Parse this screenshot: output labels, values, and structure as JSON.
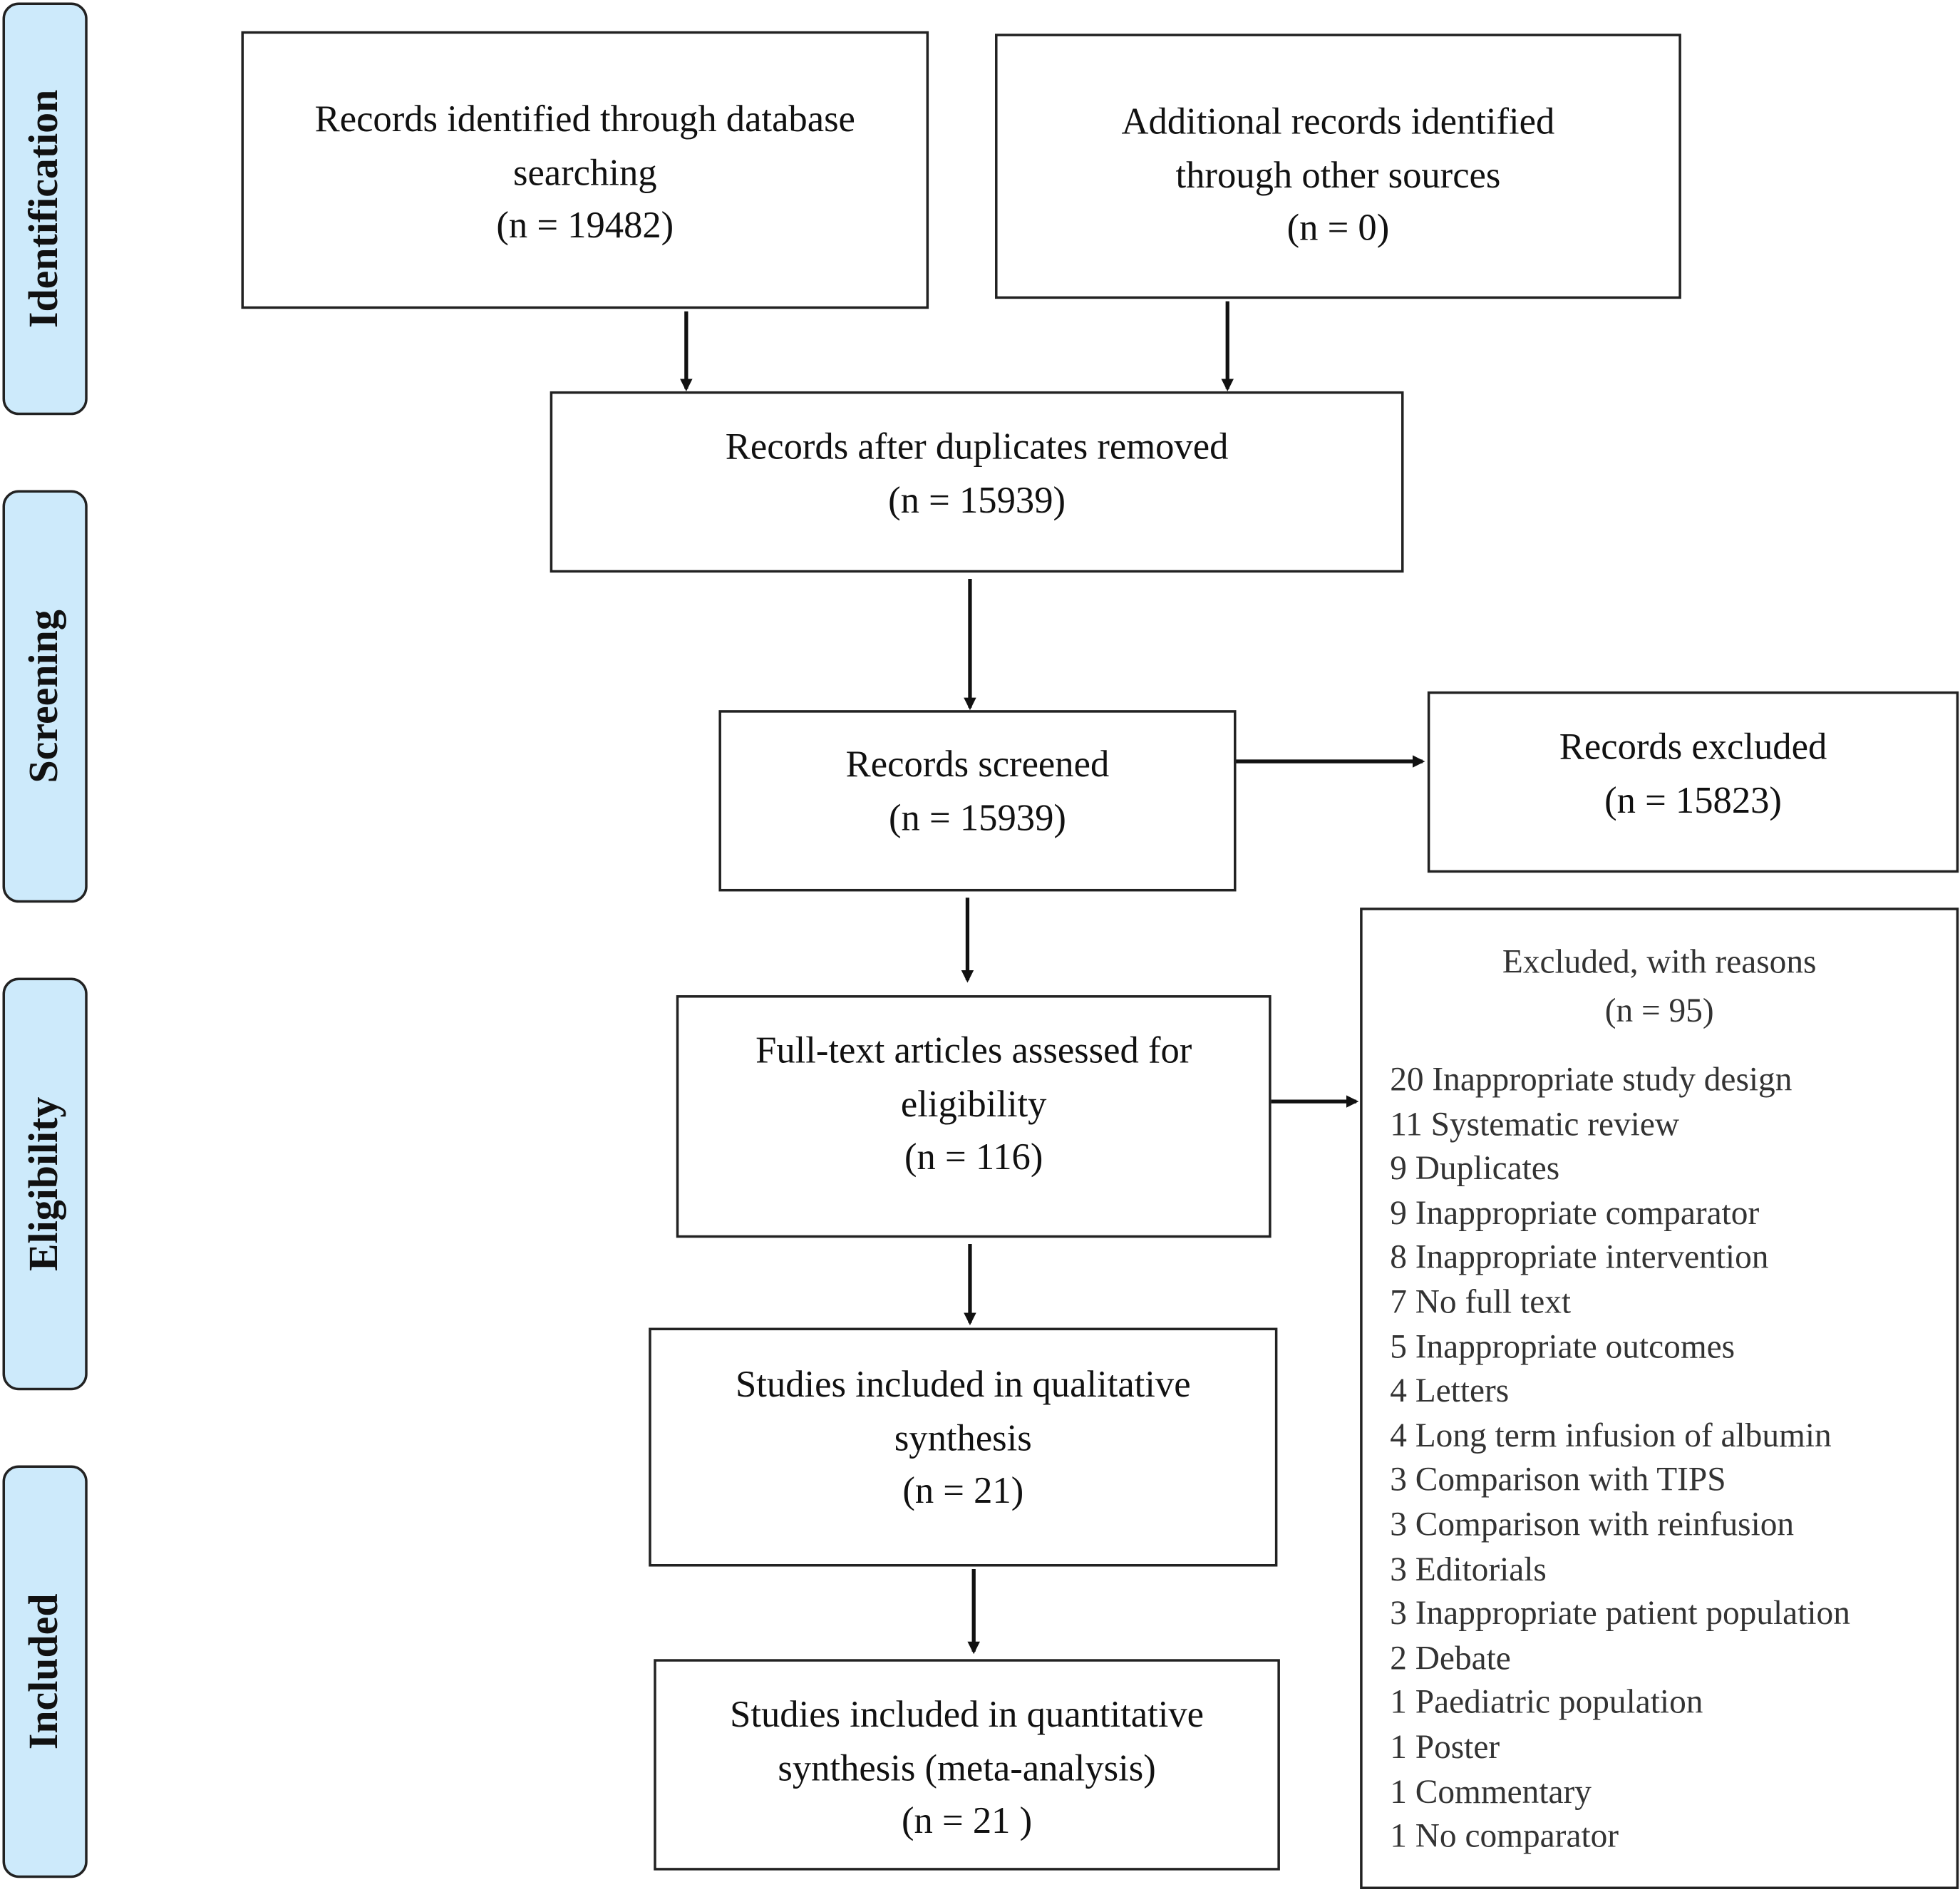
{
  "phases": [
    "Identification",
    "Screening",
    "Eligibility",
    "Included"
  ],
  "colors": {
    "phase_fill": "#cdeafb",
    "border": "#222222"
  },
  "boxes": {
    "database": {
      "lines": [
        "Records identified through database",
        "searching",
        "(n = 19482)"
      ]
    },
    "other": {
      "lines": [
        "Additional records identified",
        "through other sources",
        "(n = 0)"
      ]
    },
    "deduplicated": {
      "lines": [
        "Records after duplicates removed",
        "(n = 15939)"
      ]
    },
    "screened": {
      "lines": [
        "Records screened",
        "(n = 15939)"
      ]
    },
    "excluded": {
      "lines": [
        "Records excluded",
        "(n = 15823)"
      ]
    },
    "fulltext": {
      "lines": [
        "Full-text articles assessed for",
        "eligibility",
        "(n = 116)"
      ]
    },
    "qualitative": {
      "lines": [
        "Studies included in qualitative",
        "synthesis",
        "(n = 21)"
      ]
    },
    "quantitative": {
      "lines": [
        "Studies included in quantitative",
        "synthesis (meta-analysis)",
        "(n =  21 )"
      ]
    }
  },
  "reasons": {
    "title": "Excluded, with reasons",
    "count": "(n = 95)",
    "items": [
      "20 Inappropriate study design",
      "11 Systematic review",
      "9 Duplicates",
      "9 Inappropriate comparator",
      "8 Inappropriate intervention",
      "7 No full text",
      "5 Inappropriate outcomes",
      "4 Letters",
      "4 Long term infusion of albumin",
      "3 Comparison with TIPS",
      "3 Comparison with reinfusion",
      "3 Editorials",
      "3 Inappropriate patient population",
      "2 Debate",
      "1 Paediatric population",
      "1 Poster",
      "1 Commentary",
      "1 No comparator"
    ]
  }
}
